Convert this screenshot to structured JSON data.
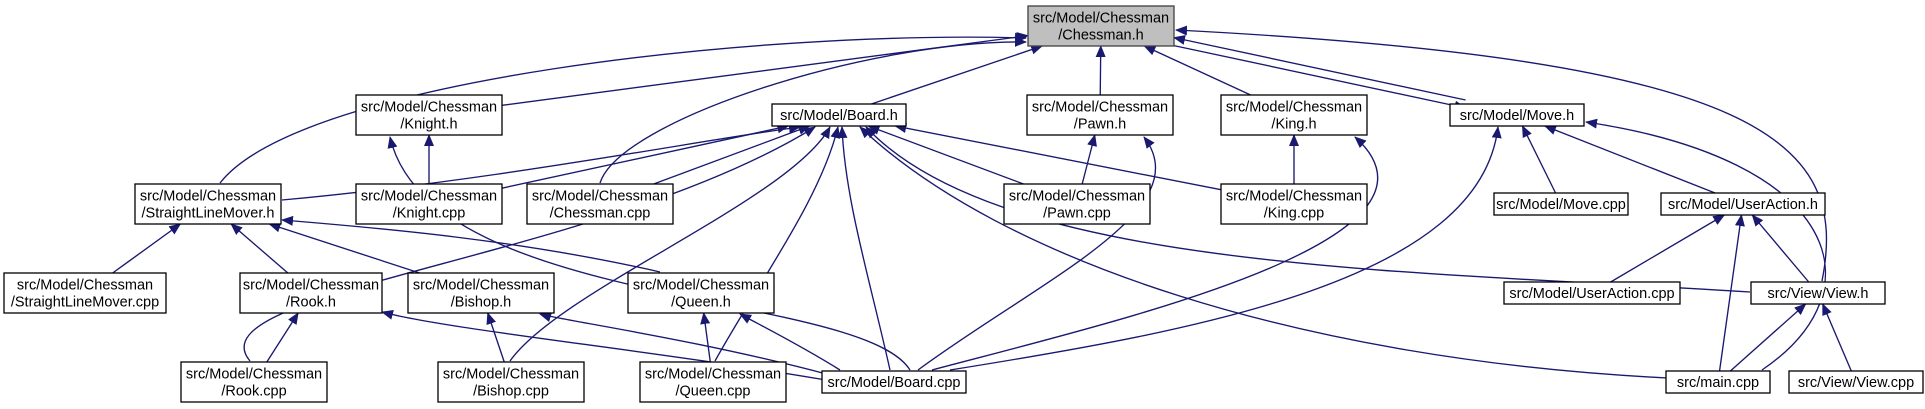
{
  "colors": {
    "edge": "#191970",
    "node_border": "#000000",
    "node_fill": "#ffffff",
    "highlight_fill": "#bfbfbf"
  },
  "nodes": [
    {
      "id": "chessman_h",
      "lines": [
        "src/Model/Chessman",
        "/Chessman.h"
      ],
      "highlight": true
    },
    {
      "id": "knight_h",
      "lines": [
        "src/Model/Chessman",
        "/Knight.h"
      ]
    },
    {
      "id": "board_h",
      "lines": [
        "src/Model/Board.h"
      ]
    },
    {
      "id": "pawn_h",
      "lines": [
        "src/Model/Chessman",
        "/Pawn.h"
      ]
    },
    {
      "id": "king_h",
      "lines": [
        "src/Model/Chessman",
        "/King.h"
      ]
    },
    {
      "id": "move_h",
      "lines": [
        "src/Model/Move.h"
      ]
    },
    {
      "id": "straight_h",
      "lines": [
        "src/Model/Chessman",
        "/StraightLineMover.h"
      ]
    },
    {
      "id": "knight_cpp",
      "lines": [
        "src/Model/Chessman",
        "/Knight.cpp"
      ]
    },
    {
      "id": "chessman_cpp",
      "lines": [
        "src/Model/Chessman",
        "/Chessman.cpp"
      ]
    },
    {
      "id": "pawn_cpp",
      "lines": [
        "src/Model/Chessman",
        "/Pawn.cpp"
      ]
    },
    {
      "id": "king_cpp",
      "lines": [
        "src/Model/Chessman",
        "/King.cpp"
      ]
    },
    {
      "id": "move_cpp",
      "lines": [
        "src/Model/Move.cpp"
      ]
    },
    {
      "id": "useraction_h",
      "lines": [
        "src/Model/UserAction.h"
      ]
    },
    {
      "id": "straight_cpp",
      "lines": [
        "src/Model/Chessman",
        "/StraightLineMover.cpp"
      ]
    },
    {
      "id": "rook_h",
      "lines": [
        "src/Model/Chessman",
        "/Rook.h"
      ]
    },
    {
      "id": "bishop_h",
      "lines": [
        "src/Model/Chessman",
        "/Bishop.h"
      ]
    },
    {
      "id": "queen_h",
      "lines": [
        "src/Model/Chessman",
        "/Queen.h"
      ]
    },
    {
      "id": "useraction_cpp",
      "lines": [
        "src/Model/UserAction.cpp"
      ]
    },
    {
      "id": "view_h",
      "lines": [
        "src/View/View.h"
      ]
    },
    {
      "id": "rook_cpp",
      "lines": [
        "src/Model/Chessman",
        "/Rook.cpp"
      ]
    },
    {
      "id": "bishop_cpp",
      "lines": [
        "src/Model/Chessman",
        "/Bishop.cpp"
      ]
    },
    {
      "id": "queen_cpp",
      "lines": [
        "src/Model/Chessman",
        "/Queen.cpp"
      ]
    },
    {
      "id": "board_cpp",
      "lines": [
        "src/Model/Board.cpp"
      ]
    },
    {
      "id": "main_cpp",
      "lines": [
        "src/main.cpp"
      ]
    },
    {
      "id": "view_cpp",
      "lines": [
        "src/View/View.cpp"
      ]
    }
  ],
  "edges": [
    {
      "from": "knight_h",
      "to": "chessman_h"
    },
    {
      "from": "board_h",
      "to": "chessman_h"
    },
    {
      "from": "pawn_h",
      "to": "chessman_h"
    },
    {
      "from": "king_h",
      "to": "chessman_h"
    },
    {
      "from": "move_h",
      "to": "chessman_h"
    },
    {
      "from": "straight_h",
      "to": "chessman_h"
    },
    {
      "from": "chessman_cpp",
      "to": "chessman_h"
    },
    {
      "from": "view_h",
      "to": "chessman_h"
    },
    {
      "from": "chessman_h",
      "to": "move_h"
    },
    {
      "from": "knight_cpp",
      "to": "knight_h"
    },
    {
      "from": "board_cpp",
      "to": "knight_h"
    },
    {
      "from": "pawn_cpp",
      "to": "pawn_h"
    },
    {
      "from": "board_cpp",
      "to": "pawn_h"
    },
    {
      "from": "king_cpp",
      "to": "king_h"
    },
    {
      "from": "board_cpp",
      "to": "king_h"
    },
    {
      "from": "move_cpp",
      "to": "move_h"
    },
    {
      "from": "useraction_h",
      "to": "move_h"
    },
    {
      "from": "board_cpp",
      "to": "move_h"
    },
    {
      "from": "main_cpp",
      "to": "move_h"
    },
    {
      "from": "straight_h",
      "to": "board_h"
    },
    {
      "from": "knight_cpp",
      "to": "board_h"
    },
    {
      "from": "chessman_cpp",
      "to": "board_h"
    },
    {
      "from": "pawn_cpp",
      "to": "board_h"
    },
    {
      "from": "king_cpp",
      "to": "board_h"
    },
    {
      "from": "rook_cpp",
      "to": "board_h"
    },
    {
      "from": "bishop_cpp",
      "to": "board_h"
    },
    {
      "from": "queen_cpp",
      "to": "board_h"
    },
    {
      "from": "board_cpp",
      "to": "board_h"
    },
    {
      "from": "main_cpp",
      "to": "board_h"
    },
    {
      "from": "view_h",
      "to": "board_h"
    },
    {
      "from": "straight_cpp",
      "to": "straight_h"
    },
    {
      "from": "rook_h",
      "to": "straight_h"
    },
    {
      "from": "bishop_h",
      "to": "straight_h"
    },
    {
      "from": "queen_h",
      "to": "straight_h"
    },
    {
      "from": "rook_cpp",
      "to": "rook_h"
    },
    {
      "from": "board_cpp",
      "to": "rook_h"
    },
    {
      "from": "bishop_cpp",
      "to": "bishop_h"
    },
    {
      "from": "board_cpp",
      "to": "bishop_h"
    },
    {
      "from": "queen_cpp",
      "to": "queen_h"
    },
    {
      "from": "board_cpp",
      "to": "queen_h"
    },
    {
      "from": "useraction_cpp",
      "to": "useraction_h"
    },
    {
      "from": "view_h",
      "to": "useraction_h"
    },
    {
      "from": "main_cpp",
      "to": "useraction_h"
    },
    {
      "from": "main_cpp",
      "to": "view_h"
    },
    {
      "from": "view_cpp",
      "to": "view_h"
    }
  ]
}
